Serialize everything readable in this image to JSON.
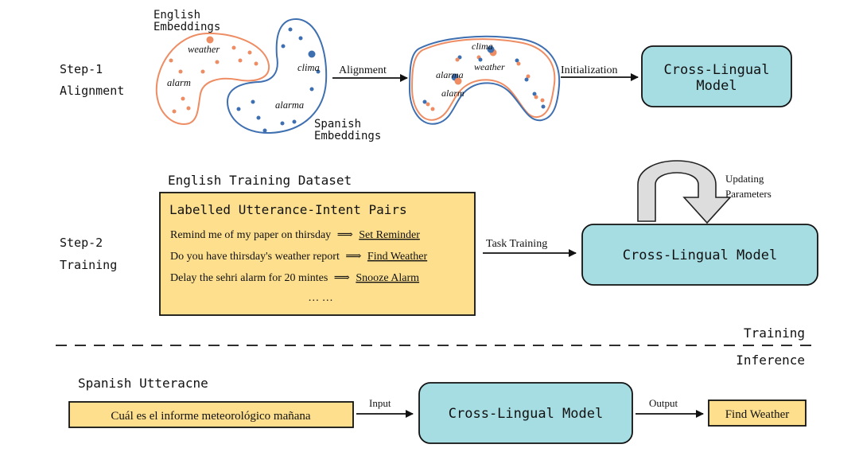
{
  "steps": {
    "step1": {
      "title": "Step-1",
      "subtitle": "Alignment"
    },
    "step2": {
      "title": "Step-2",
      "subtitle": "Training"
    }
  },
  "embeddings": {
    "english_label": [
      "English",
      "Embeddings"
    ],
    "spanish_label": [
      "Spanish",
      "Embeddings"
    ],
    "words_en": {
      "weather": "weather",
      "alarm": "alarm"
    },
    "words_es": {
      "clima": "clima",
      "alarma": "alarma"
    },
    "aligned_words": {
      "clima": "clima",
      "weather": "weather",
      "alarma": "alarma",
      "alarm": "alarm"
    }
  },
  "arrows": {
    "alignment": "Alignment",
    "initialization": "Initialization",
    "task_training": "Task Training",
    "updating": [
      "Updating",
      "Parameters"
    ],
    "input": "Input",
    "output": "Output"
  },
  "model": {
    "step1_lines": [
      "Cross-Lingual",
      "Model"
    ],
    "step2_label": "Cross-Lingual Model",
    "inference_label": "Cross-Lingual Model"
  },
  "dataset": {
    "heading": "English Training Dataset",
    "box_title": "Labelled Utterance-Intent Pairs",
    "pairs": [
      {
        "utterance": "Remind me of my paper on thirsday",
        "intent": "Set Reminder"
      },
      {
        "utterance": "Do you have thirsday's weather report",
        "intent": "Find Weather"
      },
      {
        "utterance": "Delay the sehri alarm for 20 mintes",
        "intent": "Snooze Alarm"
      }
    ],
    "ellipsis": "… …"
  },
  "phase_labels": {
    "training": "Training",
    "inference": "Inference"
  },
  "inference": {
    "heading": "Spanish Utteracne",
    "utterance": "Cuál es el informe meteorológico mañana",
    "result": "Find Weather"
  },
  "colors": {
    "english": "#ee8c63",
    "spanish": "#3e6fb0",
    "model_fill": "#a6dde3",
    "dataset_fill": "#fddf8e",
    "arrow_fill": "#dddddd"
  },
  "icons": {
    "implies": "⟹"
  }
}
